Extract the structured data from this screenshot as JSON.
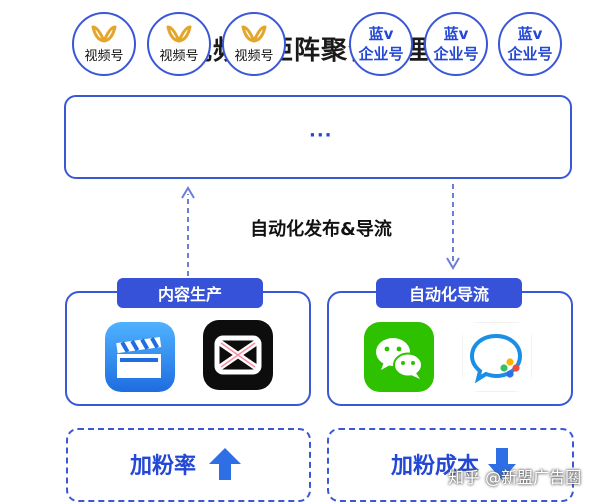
{
  "title": "视频号矩阵聚合管理",
  "accounts": {
    "channel_label": "视频号",
    "ellipsis": "···",
    "enterprise_line1": "蓝v",
    "enterprise_line2": "企业号"
  },
  "flow_label": "自动化发布&导流",
  "left_panel": {
    "label": "内容生产",
    "apps": [
      "clapper-app-icon",
      "capcut-app-icon"
    ]
  },
  "right_panel": {
    "label": "自动化导流",
    "apps": [
      "wechat-app-icon",
      "wecom-app-icon"
    ]
  },
  "metrics": {
    "left": "加粉率",
    "right": "加粉成本"
  },
  "watermark": "知乎 @新盟广告圈",
  "colors": {
    "accent": "#3552d8",
    "arrow": "#2f6fe6",
    "wechat": "#2dc100",
    "gold": "#e4a62a"
  }
}
